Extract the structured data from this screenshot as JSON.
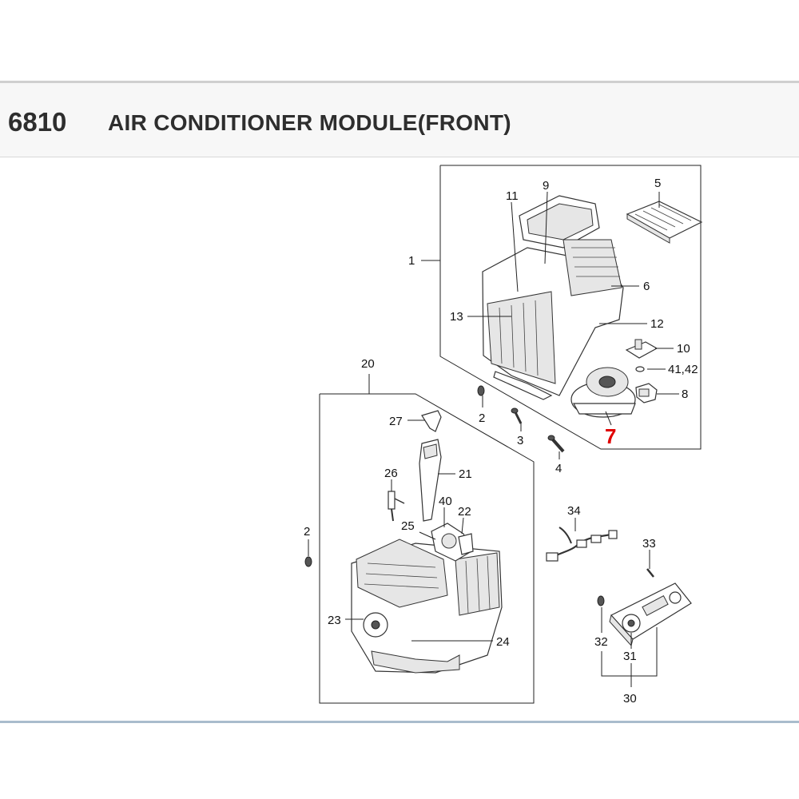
{
  "header": {
    "section_code": "6810",
    "section_title": "AIR CONDITIONER MODULE(FRONT)"
  },
  "diagram": {
    "highlighted_callout": "7",
    "callouts": {
      "c1": "1",
      "c2a": "2",
      "c2b": "2",
      "c3": "3",
      "c4": "4",
      "c5": "5",
      "c6": "6",
      "c8": "8",
      "c9": "9",
      "c10": "10",
      "c11": "11",
      "c12": "12",
      "c13": "13",
      "c20": "20",
      "c21": "21",
      "c22": "22",
      "c23": "23",
      "c24": "24",
      "c25": "25",
      "c26": "26",
      "c27": "27",
      "c30": "30",
      "c31": "31",
      "c32": "32",
      "c33": "33",
      "c34": "34",
      "c40": "40",
      "c4142": "41,42"
    }
  },
  "colors": {
    "highlight": "#e00000",
    "bottom_rule": "#a9bccd",
    "header_bg": "#f7f7f7"
  }
}
